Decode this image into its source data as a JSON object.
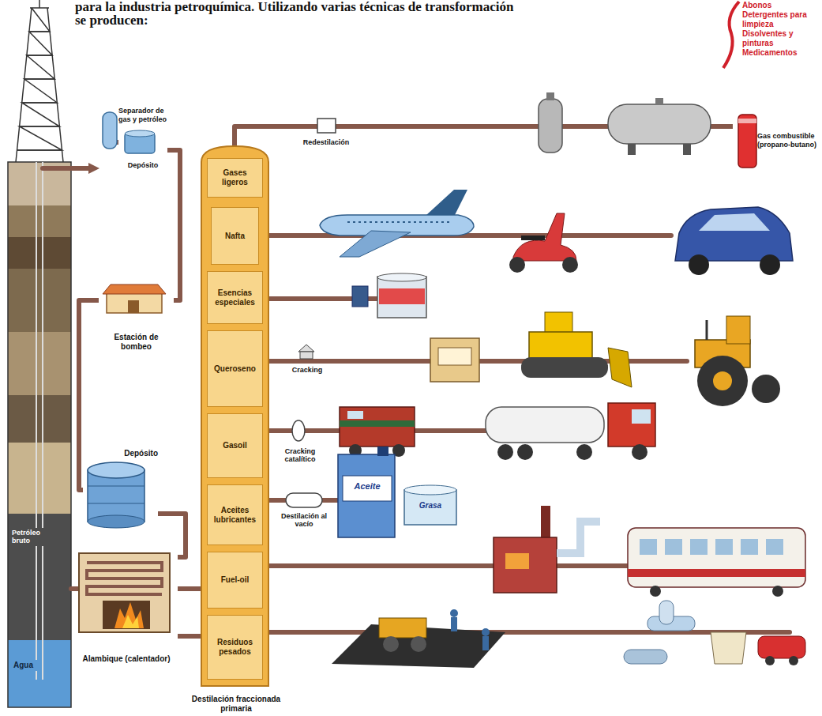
{
  "diagram": {
    "title": "para la industria petroquímica. Utilizando varias técnicas de transformación se producen:",
    "nodes": [
      {
        "text": [
          "Separador de gas y petróleo"
        ]
      },
      {
        "text": [
          "Depósito"
        ]
      },
      {
        "text": [
          "Estación de bombeo"
        ]
      },
      {
        "text": [
          "Depósito"
        ]
      },
      {
        "text": [
          "Alambique (calentador)"
        ]
      },
      {
        "text": [
          "Destilación fraccionada primaria"
        ]
      },
      {
        "text": [
          "Gases ligeros"
        ],
        "in": 5
      },
      {
        "text": [
          "Nafta"
        ],
        "in": 5
      },
      {
        "text": [
          "Esencias especiales"
        ],
        "in": 5
      },
      {
        "text": [
          "Queroseno"
        ],
        "in": 5
      },
      {
        "text": [
          "Gasoil"
        ],
        "in": 5
      },
      {
        "text": [
          "Aceites lubricantes"
        ],
        "in": 5
      },
      {
        "text": [
          "Fuel-oil"
        ],
        "in": 5
      },
      {
        "text": [
          "Residuos pesados"
        ],
        "in": 5
      },
      {
        "text": [
          "Gas combustible (propano-butano)"
        ]
      }
    ],
    "edges": [
      {
        "from": 0,
        "to": 1,
        "arrow": "none"
      },
      {
        "from": 1,
        "to": 2,
        "arrow": "none"
      },
      {
        "from": 2,
        "to": 3,
        "arrow": "none"
      },
      {
        "from": 3,
        "to": 4,
        "arrow": "none"
      },
      {
        "from": 4,
        "to": 12,
        "arrow": "none"
      },
      {
        "from": 4,
        "to": 13,
        "arrow": "none"
      },
      {
        "from": 6,
        "to": 14,
        "label": "Redestilación",
        "arrow": "none"
      }
    ],
    "labels": [
      "Abonos",
      "Detergentes para limpieza",
      "Disolventes y pinturas",
      "Medicamentos",
      "Petróleo bruto",
      "Agua",
      "Cracking",
      "Cracking catalítico",
      "Destilación al vacío",
      "Aceite",
      "Grasa"
    ]
  }
}
